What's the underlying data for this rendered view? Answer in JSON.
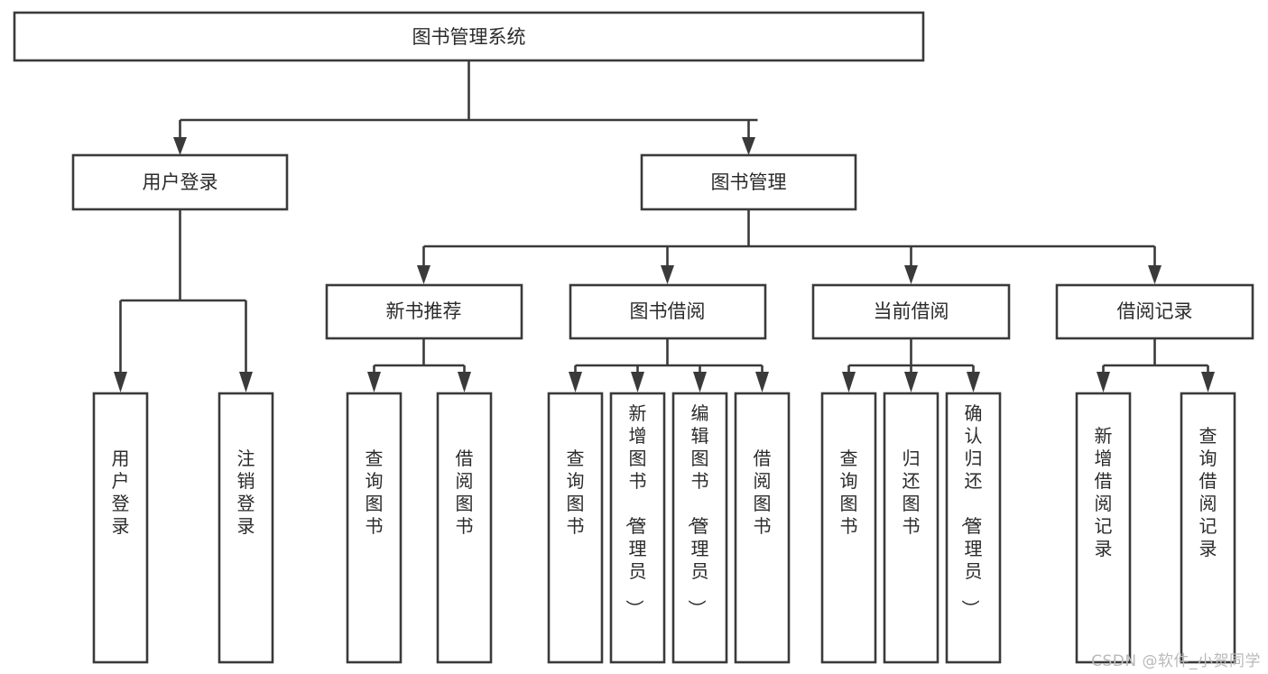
{
  "diagram": {
    "type": "tree",
    "title": "图书管理系统",
    "watermark": "CSDN @软件_小贺同学",
    "colors": {
      "box_stroke": "#3a3a3a",
      "box_fill": "#ffffff",
      "text": "#2b2b2b",
      "connector": "#3a3a3a",
      "background": "#ffffff",
      "watermark": "#b9b9b9"
    },
    "levels": [
      {
        "level": 1,
        "nodes": [
          {
            "id": "root",
            "label": "图书管理系统",
            "orientation": "horizontal"
          }
        ]
      },
      {
        "level": 2,
        "nodes": [
          {
            "id": "login",
            "label": "用户登录",
            "orientation": "horizontal",
            "parent": "root"
          },
          {
            "id": "bookmgmt",
            "label": "图书管理",
            "orientation": "horizontal",
            "parent": "root"
          }
        ]
      },
      {
        "level": 3,
        "nodes": [
          {
            "id": "newbook",
            "label": "新书推荐",
            "orientation": "horizontal",
            "parent": "bookmgmt"
          },
          {
            "id": "borrow",
            "label": "图书借阅",
            "orientation": "horizontal",
            "parent": "bookmgmt"
          },
          {
            "id": "current",
            "label": "当前借阅",
            "orientation": "horizontal",
            "parent": "bookmgmt"
          },
          {
            "id": "records",
            "label": "借阅记录",
            "orientation": "horizontal",
            "parent": "bookmgmt"
          }
        ]
      },
      {
        "level": 4,
        "nodes": [
          {
            "id": "leaf1",
            "label": "用户登录",
            "orientation": "vertical",
            "parent": "login"
          },
          {
            "id": "leaf2",
            "label": "注销登录",
            "orientation": "vertical",
            "parent": "login"
          },
          {
            "id": "leaf3",
            "label": "查询图书",
            "orientation": "vertical",
            "parent": "newbook"
          },
          {
            "id": "leaf4",
            "label": "借阅图书",
            "orientation": "vertical",
            "parent": "newbook"
          },
          {
            "id": "leaf5",
            "label": "查询图书",
            "orientation": "vertical",
            "parent": "borrow"
          },
          {
            "id": "leaf6",
            "label": "新增图书（管理员）",
            "orientation": "vertical",
            "parent": "borrow"
          },
          {
            "id": "leaf7",
            "label": "编辑图书（管理员）",
            "orientation": "vertical",
            "parent": "borrow"
          },
          {
            "id": "leaf8",
            "label": "借阅图书",
            "orientation": "vertical",
            "parent": "borrow"
          },
          {
            "id": "leaf9",
            "label": "查询图书",
            "orientation": "vertical",
            "parent": "current"
          },
          {
            "id": "leaf10",
            "label": "归还图书",
            "orientation": "vertical",
            "parent": "current"
          },
          {
            "id": "leaf11",
            "label": "确认归还（管理员）",
            "orientation": "vertical",
            "parent": "current"
          },
          {
            "id": "leaf12",
            "label": "新增借阅记录",
            "orientation": "vertical",
            "parent": "records"
          },
          {
            "id": "leaf13",
            "label": "查询借阅记录",
            "orientation": "vertical",
            "parent": "records"
          }
        ]
      }
    ]
  }
}
